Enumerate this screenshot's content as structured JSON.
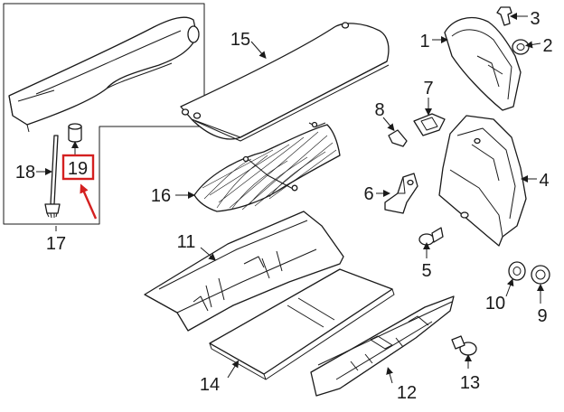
{
  "highlight_color": "#d42020",
  "line_color": "#1a1a1a",
  "callouts": {
    "c1": "1",
    "c2": "2",
    "c3": "3",
    "c4": "4",
    "c5": "5",
    "c6": "6",
    "c7": "7",
    "c8": "8",
    "c9": "9",
    "c10": "10",
    "c11": "11",
    "c12": "12",
    "c13": "13",
    "c14": "14",
    "c15": "15",
    "c16": "16",
    "c17": "17",
    "c18": "18",
    "c19": "19"
  }
}
